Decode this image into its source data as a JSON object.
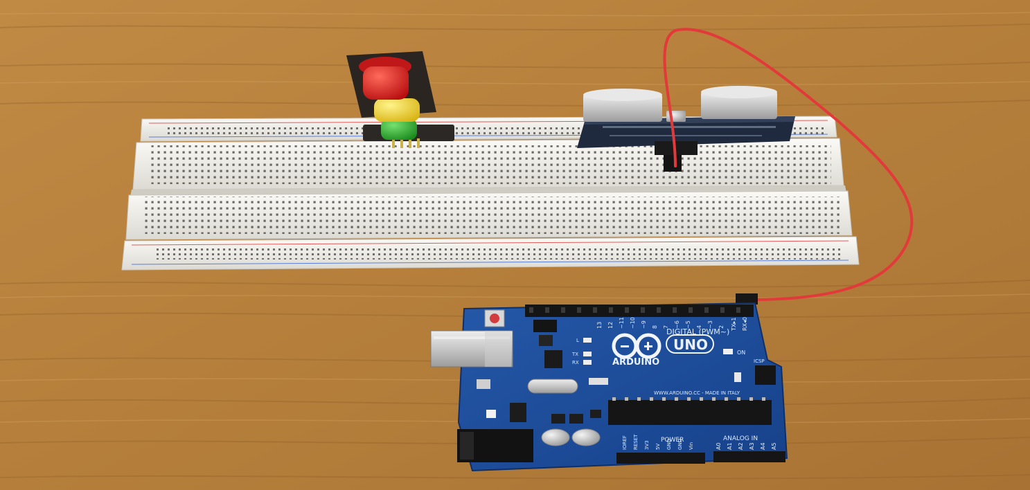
{
  "board": {
    "logo_text": "ARDUINO",
    "model_text": "UNO",
    "digital_label": "DIGITAL (PWM~)",
    "power_label": "POWER",
    "analog_label": "ANALOG IN",
    "on_label": "ON",
    "tx_label": "TX",
    "rx_label": "RX",
    "l_label": "L",
    "icsp_label": "ICSP",
    "made_in": "WWW.ARDUINO.CC - MADE IN ITALY",
    "digital_pins": [
      "13",
      "12",
      "~11",
      "~10",
      "~9",
      "8",
      "7",
      "~6",
      "~5",
      "4",
      "~3",
      "2",
      "TX▸1",
      "RX◂0"
    ],
    "power_pins": [
      "IOREF",
      "RESET",
      "3V3",
      "5V",
      "GND",
      "GND",
      "Vin"
    ],
    "analog_pins": [
      "A0",
      "A1",
      "A2",
      "A3",
      "A4",
      "A5"
    ]
  },
  "colors": {
    "table_wood": "#b8843f",
    "breadboard": "#f2f0ea",
    "pcb_blue": "#1d4e9a",
    "wire_red": "#e23a3a",
    "led_red": "#d41e1e",
    "led_yellow": "#ecd024",
    "led_green": "#2aa628"
  },
  "icons": {
    "traffic_light": "traffic-light-module-icon",
    "ultrasonic": "ultrasonic-sensor-icon",
    "arduino_logo": "infinity-logo-icon"
  }
}
